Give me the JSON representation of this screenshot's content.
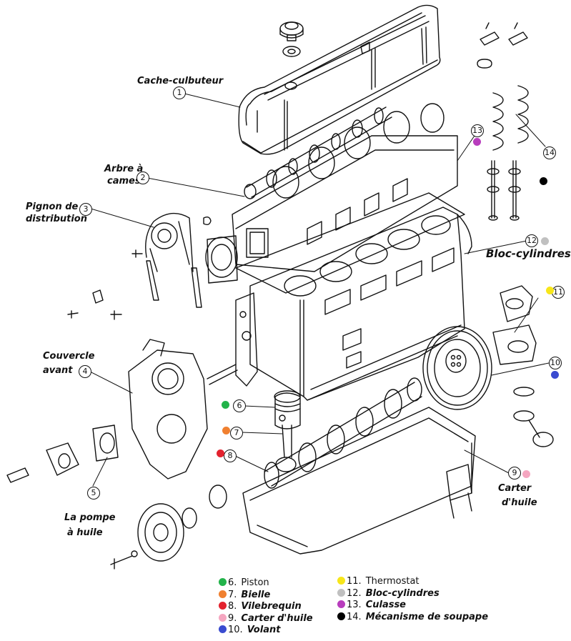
{
  "diagram": {
    "title": "Exploded view of inline-6 engine",
    "labels": [
      {
        "id": 1,
        "text": "Cache-culbuteur"
      },
      {
        "id": 2,
        "text_lines": [
          "Arbre à",
          "cames"
        ]
      },
      {
        "id": 3,
        "text_lines": [
          "Pignon de",
          "distribution"
        ]
      },
      {
        "id": 4,
        "text_lines": [
          "Couvercle",
          "avant"
        ]
      },
      {
        "id": 5,
        "text_lines": [
          "La pompe",
          "à huile"
        ]
      },
      {
        "id": 9,
        "text_lines": [
          "Carter",
          "d'huile"
        ]
      },
      {
        "id": 12,
        "text": "Bloc-cylindres"
      }
    ],
    "callouts": [
      "1",
      "2",
      "3",
      "4",
      "5",
      "6",
      "7",
      "8",
      "9",
      "10",
      "11",
      "12",
      "13",
      "14"
    ],
    "colors": {
      "green": "#22b34a",
      "orange": "#f08030",
      "red": "#e3222e",
      "pink": "#f5a6c0",
      "blue": "#3a4bd0",
      "yellow": "#f7e61a",
      "gray": "#c0c0c0",
      "purple": "#b83dbd",
      "black": "#000000"
    }
  },
  "legend": {
    "left": [
      {
        "num": "6.",
        "name": "Piston",
        "color": "#22b34a",
        "italic": false
      },
      {
        "num": "7.",
        "name": "Bielle",
        "color": "#f08030",
        "italic": true
      },
      {
        "num": "8.",
        "name": "Vilebrequin",
        "color": "#e3222e",
        "italic": true
      },
      {
        "num": "9.",
        "name": "Carter d'huile",
        "color": "#f5a6c0",
        "italic": true
      },
      {
        "num": "10.",
        "name": "Volant",
        "color": "#3a4bd0",
        "italic": true
      }
    ],
    "right": [
      {
        "num": "11.",
        "name": "Thermostat",
        "color": "#f7e61a",
        "italic": false
      },
      {
        "num": "12.",
        "name": "Bloc-cylindres",
        "color": "#c0c0c0",
        "italic": true
      },
      {
        "num": "13.",
        "name": "Culasse",
        "color": "#b83dbd",
        "italic": true
      },
      {
        "num": "14.",
        "name": "Mécanisme de soupape",
        "color": "#000000",
        "italic": true
      }
    ]
  }
}
